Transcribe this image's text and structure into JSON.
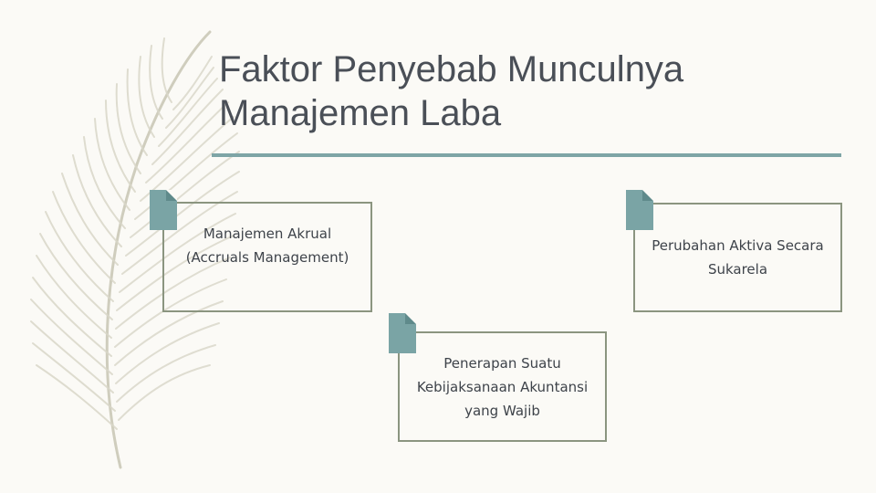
{
  "title": {
    "line1": "Faktor Penyebab Munculnya",
    "line2": "Manajemen Laba"
  },
  "items": [
    {
      "label": "Manajemen Akrual (Accruals Management)"
    },
    {
      "label": "Perubahan Aktiva Secara Sukarela"
    },
    {
      "label": "Penerapan Suatu Kebijaksanaan Akuntansi yang Wajib"
    }
  ],
  "colors": {
    "background": "#fbfaf6",
    "accent": "#7aa4a5",
    "box_border": "#8b9580",
    "title_text": "#4a4f57",
    "feather": "#d8d6c8"
  },
  "decoration": {
    "icon": "feather-icon"
  }
}
